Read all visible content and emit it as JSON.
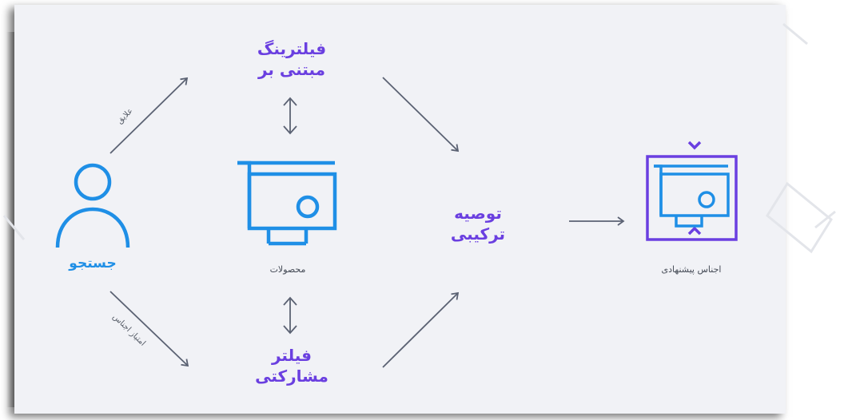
{
  "nodes": {
    "user": "جستجو",
    "content_filter": "فیلترینگ مبتنی بر",
    "products": "محصولات",
    "collab_filter": "فیلتر مشارکتی",
    "hybrid": "توصیه ترکیبی",
    "recommended": "اجناس پیشنهادی"
  },
  "edges": {
    "interests": "علایق",
    "ratings": "امتیاز اجناس"
  },
  "colors": {
    "primary_blue": "#1f8fe6",
    "purple": "#6a3fe0",
    "arrow_gray": "#5b6273",
    "panel_bg": "#f1f2f6"
  }
}
